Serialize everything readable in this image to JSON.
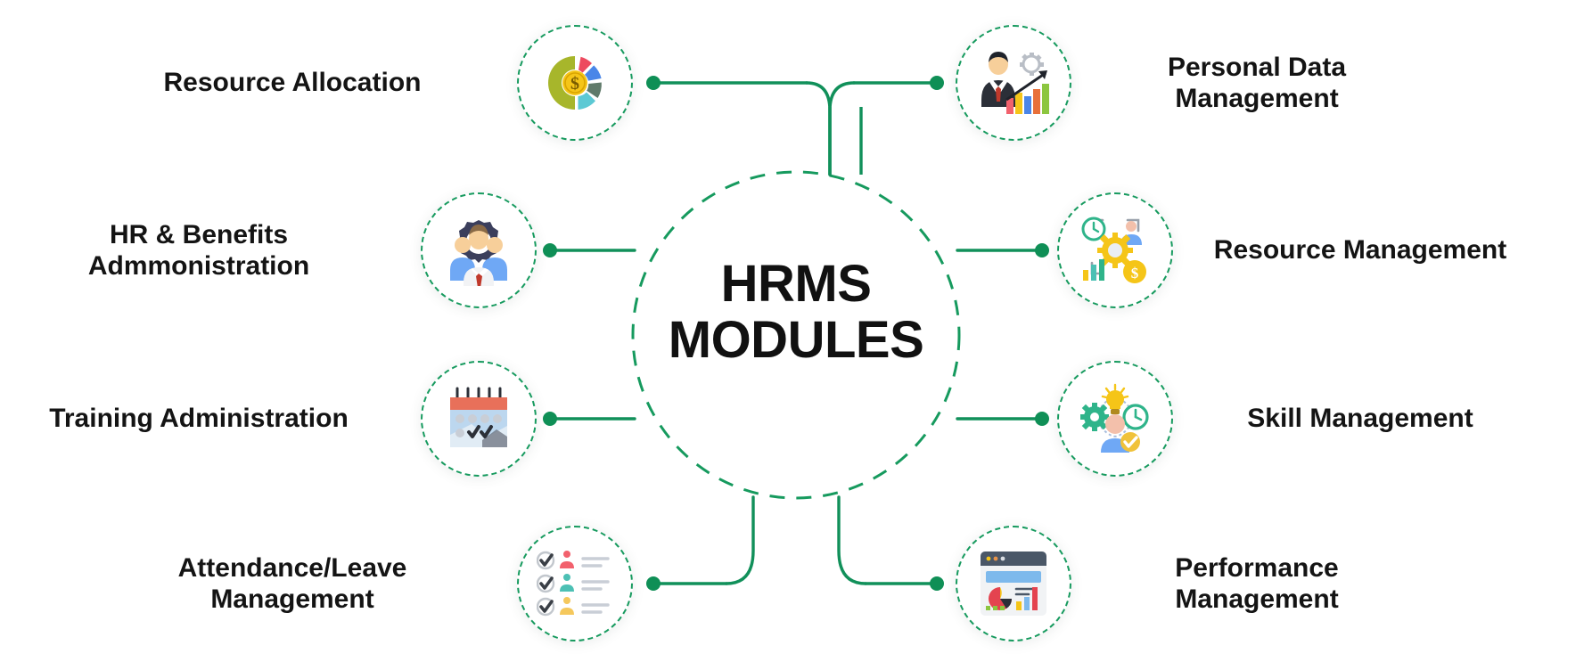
{
  "diagram": {
    "center": {
      "title": "HRMS\nMODULES",
      "shape": "dashed-circle"
    },
    "colors": {
      "line": "#11905a",
      "dashed_ring": "#169a5e",
      "dot": "#0f8f56",
      "text": "#141414",
      "background": "#ffffff"
    },
    "modules": [
      {
        "id": "resource-allocation",
        "label": "Resource Allocation",
        "side": "left",
        "row": 1,
        "icon": "donut-chart-money-icon"
      },
      {
        "id": "hr-benefits-administration",
        "label": "HR & Benefits\nAdmmonistration",
        "side": "left",
        "row": 2,
        "icon": "people-gear-icon"
      },
      {
        "id": "training-administration",
        "label": "Training Administration",
        "side": "left",
        "row": 3,
        "icon": "calendar-check-icon"
      },
      {
        "id": "attendance-leave-management",
        "label": "Attendance/Leave\nManagement",
        "side": "left",
        "row": 4,
        "icon": "checklist-people-icon"
      },
      {
        "id": "personal-data-management",
        "label": "Personal Data\nManagement",
        "side": "right",
        "row": 1,
        "icon": "businessman-chart-gear-icon"
      },
      {
        "id": "resource-management",
        "label": "Resource Management",
        "side": "right",
        "row": 2,
        "icon": "clock-gear-person-coin-icon"
      },
      {
        "id": "skill-management",
        "label": "Skill Management",
        "side": "right",
        "row": 3,
        "icon": "person-bulb-gear-clock-icon"
      },
      {
        "id": "performance-management",
        "label": "Performance\nManagement",
        "side": "right",
        "row": 4,
        "icon": "dashboard-analytics-icon"
      }
    ]
  }
}
